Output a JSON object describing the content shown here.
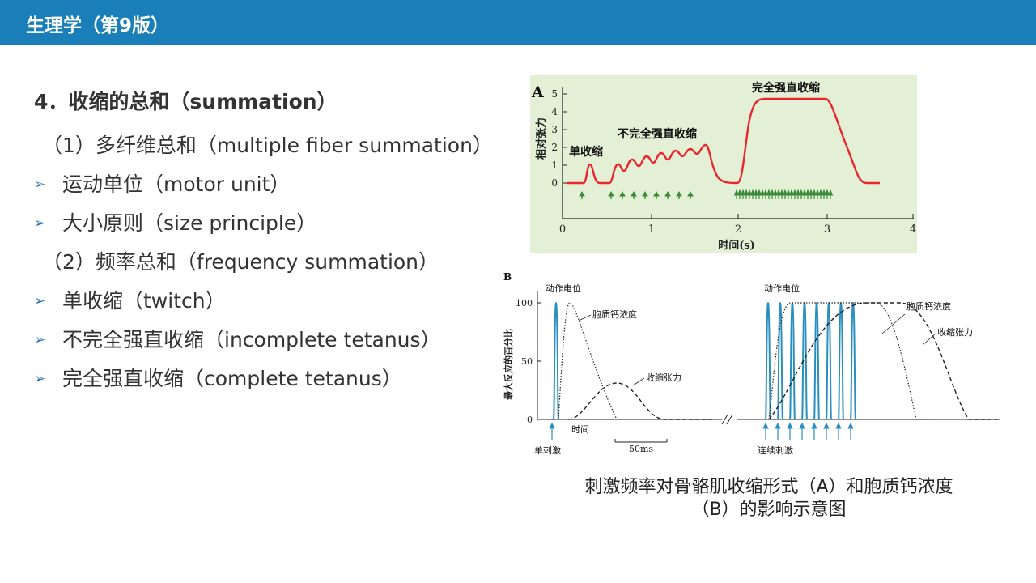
{
  "header": {
    "title": "生理学（第9版）"
  },
  "content": {
    "heading": "4．收缩的总和（summation）",
    "items": [
      {
        "type": "sub",
        "text": "（1）多纤维总和（multiple fiber summation）"
      },
      {
        "type": "bullet",
        "text": "运动单位（motor unit）"
      },
      {
        "type": "bullet",
        "text": "大小原则（size principle）"
      },
      {
        "type": "sub",
        "text": "（2）频率总和（frequency summation）"
      },
      {
        "type": "bullet",
        "text": "单收缩（twitch）"
      },
      {
        "type": "bullet",
        "text": "不完全强直收缩（incomplete tetanus）"
      },
      {
        "type": "bullet",
        "text": "完全强直收缩（complete tetanus）"
      }
    ]
  },
  "figureA": {
    "panel_label": "A",
    "ylabel": "相对张力",
    "xlabel": "时间(s)",
    "yticks": [
      "0",
      "1",
      "2",
      "3",
      "4",
      "5"
    ],
    "xticks": [
      "0",
      "1",
      "2",
      "3",
      "4"
    ],
    "label_twitch": "单收缩",
    "label_incomplete": "不完全强直收缩",
    "label_complete": "完全强直收缩"
  },
  "figureB": {
    "panel_label": "B",
    "ylabel": "最大反应的百分比",
    "yticks": [
      "0",
      "50",
      "100"
    ],
    "label_ap_left": "动作电位",
    "label_calcium_left": "胞质钙浓度",
    "label_tension_left": "收缩张力",
    "label_time": "时间",
    "label_scale": "50ms",
    "label_single": "单刺激",
    "label_ap_right": "动作电位",
    "label_calcium_right": "胞质钙浓度",
    "label_tension_right": "收缩张力",
    "label_repeat": "连续刺激"
  },
  "caption": {
    "line1": "刺激频率对骨骼肌收缩形式（A）和胞质钙浓度",
    "line2": "（B）的影响示意图"
  },
  "colors": {
    "bar": "#1a7fb8",
    "arrow": "#2f78b5",
    "curveA": "#e8262b",
    "stimA": "#3a8a3a",
    "panelA_bg": "#e4f0d5",
    "ap_blue": "#2a8fc0"
  }
}
